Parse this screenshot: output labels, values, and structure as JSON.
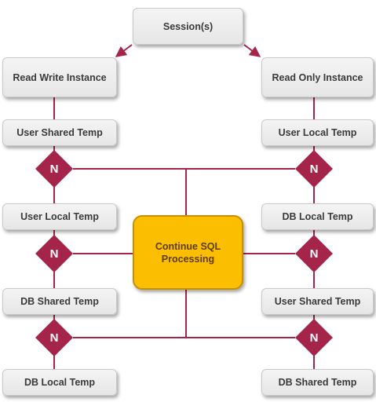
{
  "diagram": {
    "top": "Session(s)",
    "left_instance": "Read Write Instance",
    "right_instance": "Read Only Instance",
    "left_temps": [
      "User Shared Temp",
      "User Local Temp",
      "DB Shared Temp",
      "DB Local Temp"
    ],
    "right_temps": [
      "User Local Temp",
      "DB Local Temp",
      "User Shared Temp",
      "DB Shared Temp"
    ],
    "decision_label": "N",
    "center": "Continue SQL Processing",
    "colors": {
      "connector": "#a5254a",
      "decision": "#a5254a",
      "center_fill": "#fbbe00",
      "box_fill": "#ececec"
    }
  }
}
